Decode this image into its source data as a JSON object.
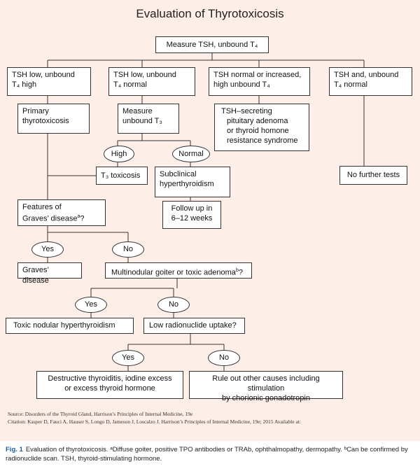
{
  "title": "Evaluation of Thyrotoxicosis",
  "nodes": {
    "measure_tsh": "Measure TSH, unbound T₄",
    "c1_l1": "TSH low, unbound",
    "c1_l2": "T₄ high",
    "c2_l1": "TSH low, unbound",
    "c2_l2": "T₄ normal",
    "c3_l1": "TSH normal or increased,",
    "c3_l2": "high unbound T₄",
    "c4_l1": "TSH and, unbound",
    "c4_l2": "T₄ normal",
    "primary_l1": "Primary",
    "primary_l2": "thyrotoxicosis",
    "measure_t3_l1": "Measure",
    "measure_t3_l2": "unbound T₃",
    "tsh_sec_l1": "TSH–secreting",
    "tsh_sec_l2": "pituitary adenoma",
    "tsh_sec_l3": "or thyroid homone",
    "tsh_sec_l4": "resistance syndrome",
    "high": "High",
    "normal": "Normal",
    "t3_tox": "T₃ toxicosis",
    "subclin_l1": "Subclinical",
    "subclin_l2": "hyperthyroidism",
    "no_further": "No further tests",
    "follow_l1": "Follow up in",
    "follow_l2": "6–12 weeks",
    "graves_q_l1": "Features of",
    "graves_q_l2": "Graves’ disease",
    "graves_q_sup": "a",
    "graves_q_end": "?",
    "yes1": "Yes",
    "no1": "No",
    "graves": "Graves’ disease",
    "multinodular": "Multinodular goiter or toxic adenoma",
    "multinodular_sup": "b",
    "multinodular_end": "?",
    "yes2": "Yes",
    "no2": "No",
    "toxic_nodular": "Toxic nodular hyperthyroidism",
    "low_radio": "Low radionuclide uptake?",
    "yes3": "Yes",
    "no3": "No",
    "destructive_l1": "Destructive thyroiditis, iodine excess",
    "destructive_l2": "or excess thyroid hormone",
    "rule_out_l1": "Rule out other causes including stimulation",
    "rule_out_l2": "by chorionic gonadotropin"
  },
  "source": {
    "line1": "Source: Disorders of the Thyroid Gland, Harrison’s Principles of Internal Medicine, 19e",
    "line2": "Citation: Kasper D, Fauci A, Hauser S, Longo D, Jameson J, Loscalzo J. Harrison’s Principles of Internal Medicine, 19e; 2015 Available at:"
  },
  "caption": {
    "label": "Fig. 1",
    "text": "Evaluation of thyrotoxicosis. ᵃDiffuse goiter, positive TPO antibodies or TRAb, ophthalmopathy, dermopathy. ᵇCan be confirmed by radionuclide scan. TSH, thyroid-stimulating hormone."
  }
}
